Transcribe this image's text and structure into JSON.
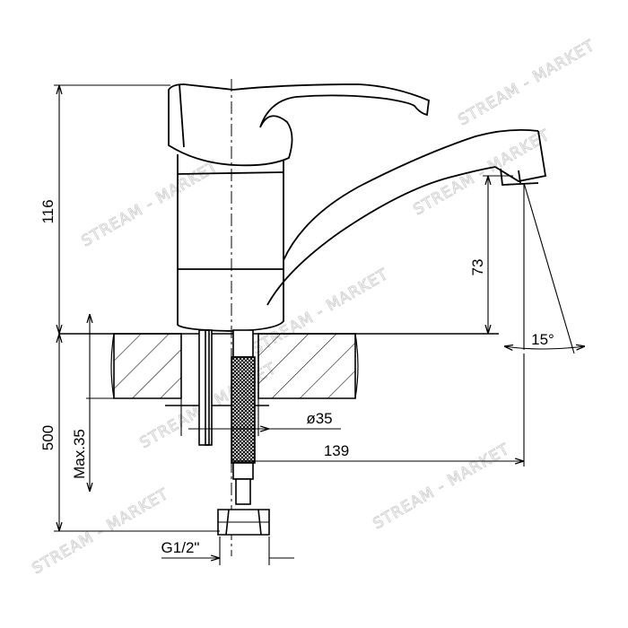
{
  "drawing": {
    "dimensions": {
      "height_total": "116",
      "spout_height": "73",
      "angle": "15°",
      "hole_diameter": "ø35",
      "spout_reach": "139",
      "hose_length": "500",
      "max_thickness": "Max.35",
      "thread": "G1/2\""
    }
  },
  "watermark": {
    "text": "STREAM - MARKET"
  },
  "colors": {
    "line": "#000000",
    "watermark": "#cfcfcf",
    "background": "#ffffff"
  }
}
